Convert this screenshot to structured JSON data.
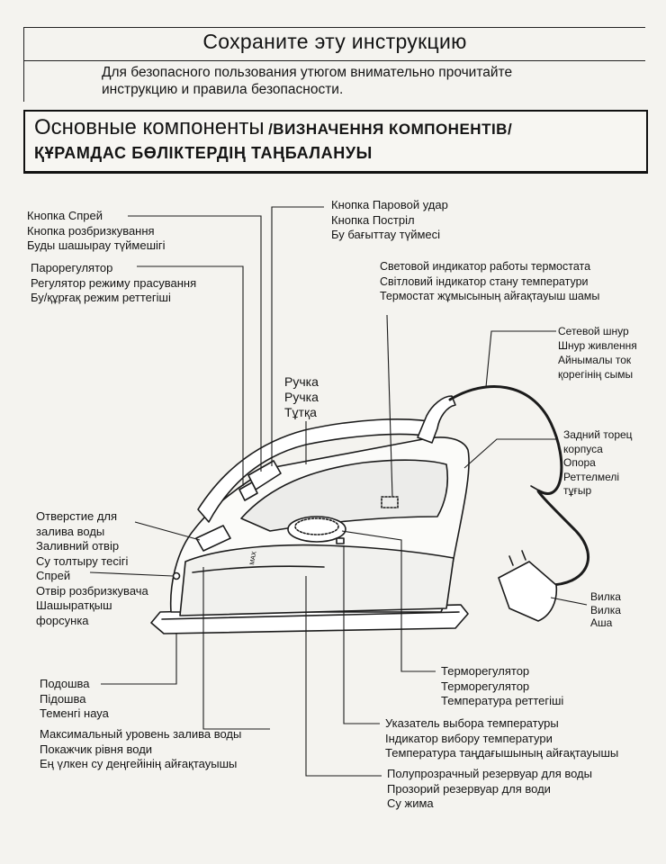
{
  "header": {
    "title": "Сохраните эту инструкцию",
    "notice": [
      "Для безопасного пользования утюгом внимательно прочитайте",
      "инструкцию и правила безопасности."
    ]
  },
  "components_heading": {
    "main": "Основные компоненты",
    "ua": "/ВИЗНАЧЕННЯ КОМПОНЕНТІВ/",
    "kz": "ҚҰРАМДАС БӨЛІКТЕРДІҢ ТАҢБАЛАНУЫ"
  },
  "labels": {
    "spray_button": [
      "Кнопка Спрей",
      "Кнопка розбризкування",
      "Буды шашырау түймешігі"
    ],
    "steam_burst_button": [
      "Кнопка Паровой удар",
      "Кнопка Постріл",
      "Бу бағыттау түймесі"
    ],
    "steam_regulator": [
      "Парорегулятор",
      "Регулятор режиму прасування",
      "Бу/құрғақ режим реттегіші"
    ],
    "thermostat_light": [
      "Световой индикатор работы термостата",
      "Світловий індикатор стану температури",
      "Термостат жұмысының айғақтауыш шамы"
    ],
    "handle": [
      "Ручка",
      "Ручка",
      "Тұтқа"
    ],
    "power_cord": [
      "Сетевой шнур",
      "Шнур живлення",
      "Айнымалы ток",
      "қорегінің сымы"
    ],
    "heel_rest": [
      "Задний торец",
      "корпуса",
      "Опора",
      "Реттелмелі",
      "тұғыр"
    ],
    "fill_opening": [
      "Отверстие для",
      "залива воды",
      "Заливний отвір",
      "Су толтыру тесігі"
    ],
    "spray_nozzle": [
      "Спрей",
      "Отвір розбризкувача",
      "Шашыратқыш",
      "форсунка"
    ],
    "plug": [
      "Вилка",
      "Вилка",
      "Аша"
    ],
    "soleplate": [
      "Подошва",
      "Підошва",
      "Теменгі науа"
    ],
    "max_fill": [
      "Максимальный уровень залива воды",
      "Покажчик рівня води",
      "Ең үлкен су деңгейінің айғақтауышы"
    ],
    "temp_regulator": [
      "Терморегулятор",
      "Терморегулятор",
      "Температура реттегіші"
    ],
    "temp_indicator": [
      "Указатель выбора температуры",
      "Індикатор вибору температури",
      "Температура таңдағышының айғақтауышы"
    ],
    "water_tank": [
      "Полупрозрачный резервуар для воды",
      "Прозорий резервуар для води",
      "Су жима"
    ]
  },
  "iron_marking": "MAX"
}
